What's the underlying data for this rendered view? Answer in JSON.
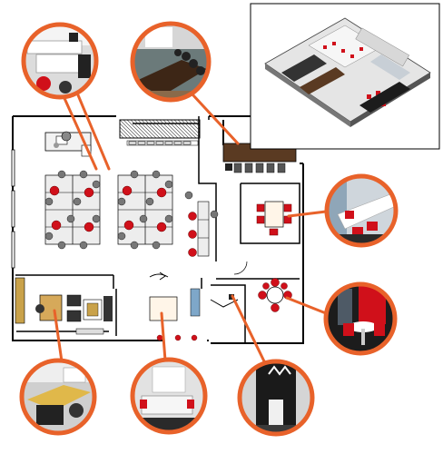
{
  "diagram": {
    "type": "office-floor-plan-with-callouts",
    "accent_color": "#e8622a",
    "chair_color": "#d0101a",
    "wall_color": "#000000",
    "desk_color": "#e9e9e9",
    "floor_color": "#ffffff",
    "callouts": [
      {
        "name": "open-plan-workstations-photo",
        "icon": "workstation-render"
      },
      {
        "name": "executive-boardroom-photo",
        "icon": "boardroom-render"
      },
      {
        "name": "meeting-room-photo",
        "icon": "conference-render"
      },
      {
        "name": "breakout-area-photo",
        "icon": "round-table-render"
      },
      {
        "name": "director-office-photo",
        "icon": "desk-render"
      },
      {
        "name": "reception-photo",
        "icon": "reception-render"
      },
      {
        "name": "display-wall-photo",
        "icon": "logo-wall-render"
      }
    ],
    "overview_inset": {
      "name": "3d-overview",
      "icon": "isometric-office-render"
    }
  }
}
